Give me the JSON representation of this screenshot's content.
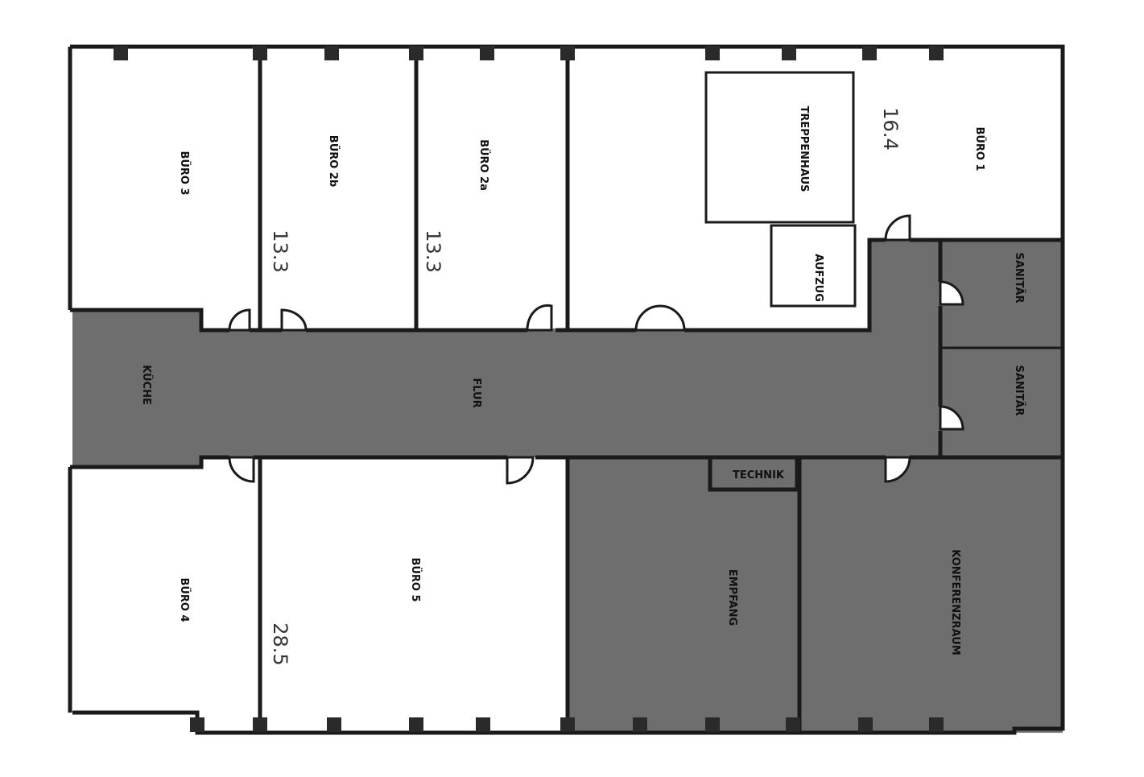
{
  "floorplan": {
    "rooms": {
      "buero3": "BÜRO 3",
      "buero2b": "BÜRO 2b",
      "buero2a": "BÜRO 2a",
      "treppenhaus": "TREPPENHAUS",
      "aufzug": "AUFZUG",
      "buero1": "BÜRO 1",
      "sanitaer1": "SANITÄR",
      "sanitaer2": "SANITÄR",
      "kueche": "KÜCHE",
      "flur": "FLUR",
      "buero4": "BÜRO 4",
      "buero5": "BÜRO 5",
      "empfang": "EMPFANG",
      "technik": "TECHNIK",
      "konferenzraum": "KONFERENZRAUM"
    },
    "annotations": {
      "buero1_area": "16.4",
      "buero2b_area": "13.3",
      "buero2a_area": "13.3",
      "buero5_area": "28.5"
    },
    "colors": {
      "shared_area": "#6e6e6e",
      "wall": "#1a1a1a"
    }
  }
}
